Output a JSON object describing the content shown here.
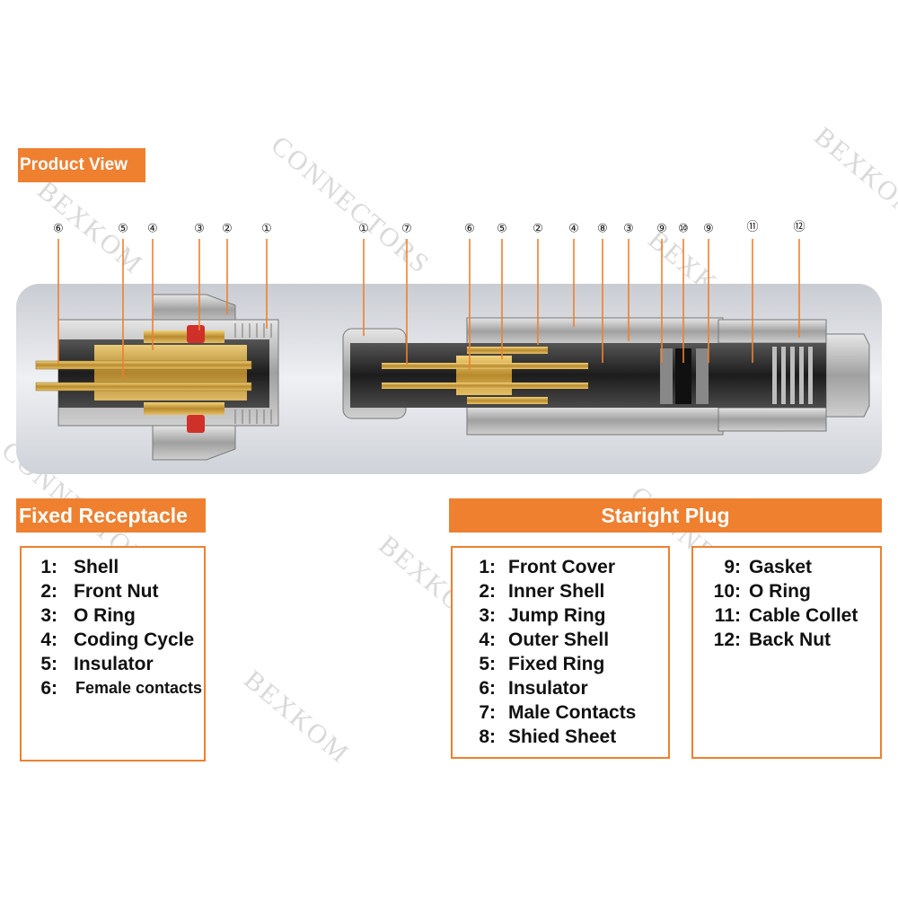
{
  "header": {
    "title": "Product View"
  },
  "watermark": {
    "brand": "BEXKOM",
    "sub": "CONNECTORS"
  },
  "colors": {
    "accent": "#ee8030",
    "brass": "#c9a246",
    "steel": "#a9a9a9",
    "dark": "#2a2a2a",
    "seal": "#d0302a"
  },
  "diagram": {
    "receptacle_callouts": [
      "⑥",
      "⑤",
      "④",
      "③",
      "②",
      "①"
    ],
    "plug_callouts": [
      "①",
      "⑦",
      "⑥",
      "⑤",
      "②",
      "④",
      "⑧",
      "③",
      "⑨",
      "⑩",
      "⑨",
      "⑪",
      "⑫"
    ]
  },
  "fixed_receptacle": {
    "title": "Fixed Receptacle",
    "items": [
      {
        "num": "1:",
        "label": "Shell"
      },
      {
        "num": "2:",
        "label": "Front Nut"
      },
      {
        "num": "3:",
        "label": "O Ring"
      },
      {
        "num": "4:",
        "label": "Coding Cycle"
      },
      {
        "num": "5:",
        "label": "Insulator"
      },
      {
        "num": "6:",
        "label": "Female contacts"
      }
    ]
  },
  "straight_plug": {
    "title": "Staright Plug",
    "items_a": [
      {
        "num": "1:",
        "label": "Front Cover"
      },
      {
        "num": "2:",
        "label": "Inner Shell"
      },
      {
        "num": "3:",
        "label": "Jump Ring"
      },
      {
        "num": "4:",
        "label": "Outer Shell"
      },
      {
        "num": "5:",
        "label": "Fixed Ring"
      },
      {
        "num": "6:",
        "label": "Insulator"
      },
      {
        "num": "7:",
        "label": "Male Contacts"
      },
      {
        "num": "8:",
        "label": "Shied Sheet"
      }
    ],
    "items_b": [
      {
        "num": "9:",
        "label": "Gasket"
      },
      {
        "num": "10:",
        "label": "O Ring"
      },
      {
        "num": "11:",
        "label": "Cable Collet"
      },
      {
        "num": "12:",
        "label": "Back Nut"
      }
    ]
  }
}
